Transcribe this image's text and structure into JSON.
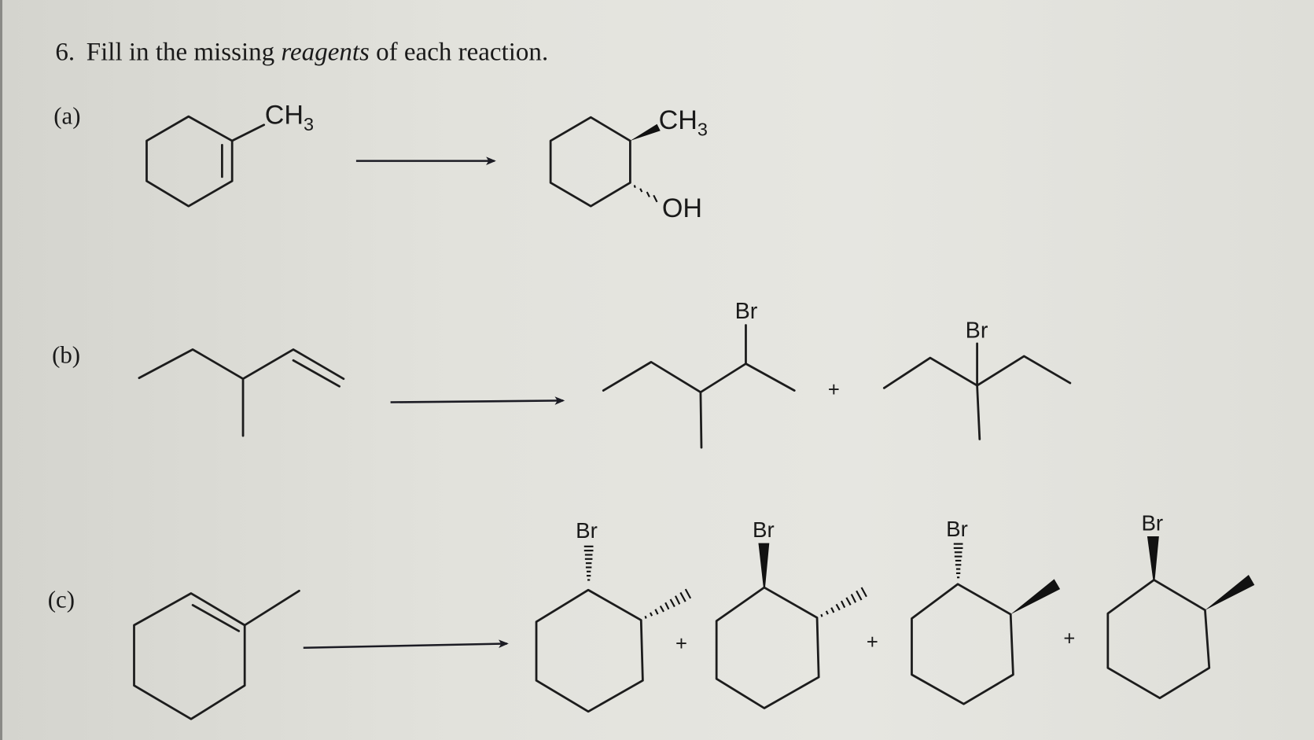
{
  "question": {
    "number": "6.",
    "text_before": "Fill in the missing ",
    "text_emphasis": "reagents",
    "text_after": " of each reaction."
  },
  "reactions": [
    {
      "label": "(a)",
      "reactant": {
        "name": "1-methylcyclohexene",
        "substituent_label": "CH3",
        "sub": "3",
        "main": "CH"
      },
      "reagents": "",
      "products": [
        {
          "name": "trans-2-methylcyclohexanol",
          "labels": [
            "CH3",
            "OH"
          ]
        }
      ]
    },
    {
      "label": "(b)",
      "reactant": {
        "name": "3-methyl-1-pentene"
      },
      "reagents": "",
      "products": [
        {
          "name": "2-bromo-3-methylpentane",
          "labels": [
            "Br"
          ]
        },
        {
          "name": "3-bromo-3-methylpentane",
          "labels": [
            "Br"
          ]
        }
      ],
      "plus": "+"
    },
    {
      "label": "(c)",
      "reactant": {
        "name": "1-methylcyclohexene"
      },
      "reagents": "",
      "products": [
        {
          "name": "1-bromo-2-methylcyclohexane (Br hash, CH3 hash)",
          "labels": [
            "Br"
          ]
        },
        {
          "name": "1-bromo-2-methylcyclohexane (Br wedge, CH3 hash)",
          "labels": [
            "Br"
          ]
        },
        {
          "name": "1-bromo-2-methylcyclohexane (Br hash, CH3 wedge)",
          "labels": [
            "Br"
          ]
        },
        {
          "name": "1-bromo-2-methylcyclohexane (Br wedge, CH3 wedge)",
          "labels": [
            "Br"
          ]
        }
      ],
      "plus": "+"
    }
  ]
}
